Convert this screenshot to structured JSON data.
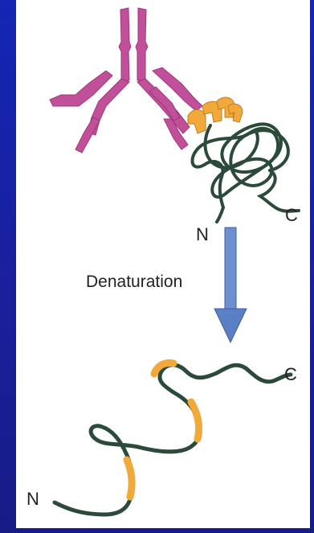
{
  "diagram": {
    "labels": {
      "native_n_terminus": "N",
      "native_c_terminus": "C",
      "process": "Denaturation",
      "denatured_n_terminus": "N",
      "denatured_c_terminus": "C"
    },
    "colors": {
      "slide_background": "#1424a8",
      "panel_background": "#ffffff",
      "antibody": "#c24f9a",
      "epitope": "#f2a93b",
      "polypeptide_chain": "#2c4a3a",
      "arrow": "#5b7fc4"
    }
  }
}
